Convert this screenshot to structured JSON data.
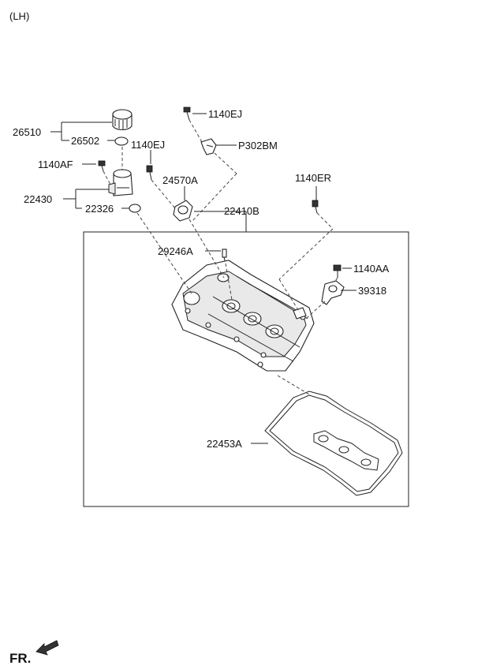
{
  "header": {
    "side_label": "(LH)"
  },
  "footer": {
    "direction_label": "FR."
  },
  "callouts": {
    "c26510": "26510",
    "c26502": "26502",
    "c1140AF": "1140AF",
    "c22430": "22430",
    "c22326": "22326",
    "c1140EJ_top": "1140EJ",
    "c1140EJ_mid": "1140EJ",
    "cP302BM": "P302BM",
    "c24570A": "24570A",
    "c1140ER": "1140ER",
    "c22410B": "22410B",
    "c29246A": "29246A",
    "c1140AA": "1140AA",
    "c39318": "39318",
    "c22453A": "22453A"
  }
}
